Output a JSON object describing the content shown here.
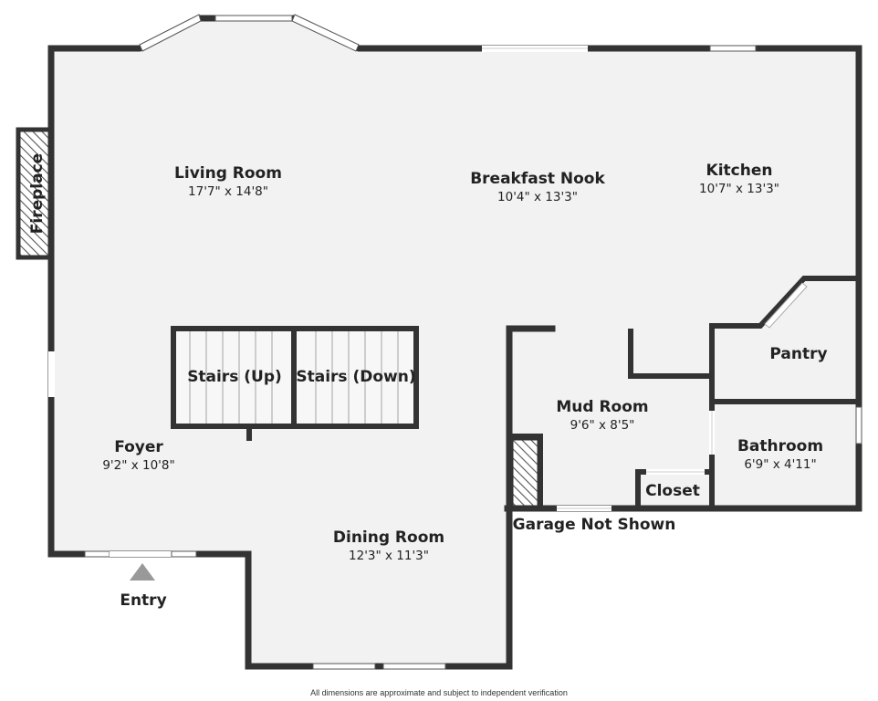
{
  "rooms": {
    "living_room": {
      "name": "Living Room",
      "dims": "17'7\" x 14'8\""
    },
    "breakfast_nook": {
      "name": "Breakfast Nook",
      "dims": "10'4\" x 13'3\""
    },
    "kitchen": {
      "name": "Kitchen",
      "dims": "10'7\" x 13'3\""
    },
    "pantry": {
      "name": "Pantry"
    },
    "mud_room": {
      "name": "Mud Room",
      "dims": "9'6\" x 8'5\""
    },
    "bathroom": {
      "name": "Bathroom",
      "dims": "6'9\" x 4'11\""
    },
    "closet": {
      "name": "Closet"
    },
    "foyer": {
      "name": "Foyer",
      "dims": "9'2\" x 10'8\""
    },
    "dining_room": {
      "name": "Dining Room",
      "dims": "12'3\" x 11'3\""
    }
  },
  "stairs": {
    "up": "Stairs (Up)",
    "down": "Stairs (Down)"
  },
  "labels": {
    "fireplace": "Fireplace",
    "garage": "Garage Not Shown",
    "entry": "Entry"
  },
  "footer": "All dimensions are approximate and subject to independent verification",
  "colors": {
    "wall": "#333333",
    "floor": "#f2f2f2",
    "hatch": "#555555",
    "entry_arrow": "#999999"
  }
}
